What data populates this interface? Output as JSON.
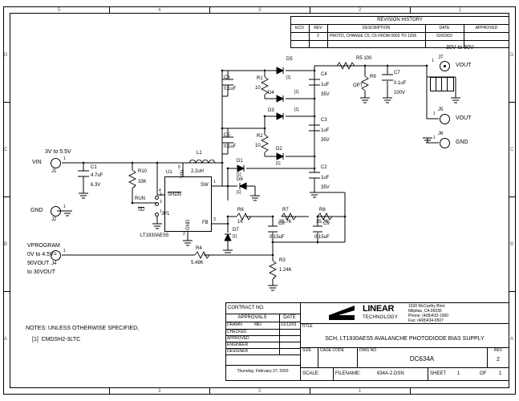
{
  "sheet": {
    "border_cols": [
      "5",
      "4",
      "3",
      "2",
      "1"
    ],
    "border_rows": [
      "D",
      "C",
      "B",
      "A"
    ]
  },
  "revision_history": {
    "title": "REVISION HISTORY",
    "headers": [
      "ECO",
      "REV",
      "DESCRIPTION",
      "DATE",
      "APPROVED"
    ],
    "rows": [
      {
        "eco": "",
        "rev": "2",
        "description": "PROTO, CHANGE C5, C6 FROM 0603 TO 1206",
        "date": "02/03/03",
        "approved": ""
      },
      {
        "eco": "",
        "rev": "",
        "description": "",
        "date": "",
        "approved": ""
      }
    ]
  },
  "title_block": {
    "contract_no_label": "CONTRACT NO.",
    "approvals_label": "APPROVALS",
    "date_label": "DATE",
    "rows": [
      {
        "role": "DRAWN",
        "name": "MEI",
        "date": "01/13/03"
      },
      {
        "role": "CHECKED",
        "name": "",
        "date": ""
      },
      {
        "role": "APPROVED",
        "name": "",
        "date": ""
      },
      {
        "role": "ENGINEER",
        "name": "",
        "date": ""
      },
      {
        "role": "DESIGNER",
        "name": "",
        "date": ""
      }
    ],
    "print_date": "Thursday, February 27, 2003",
    "company": {
      "name": "LINEAR",
      "subname": "TECHNOLOGY",
      "address1": "1630 McCarthy Blvd.",
      "address2": "Milpitas, CA 95035",
      "phone": "Phone: (408)432-1900",
      "fax": "Fax: (408)434-0507"
    },
    "title_label": "TITLE",
    "title_text": "SCH, LT1930AES5 AVALANCHE PHOTODIODE BIAS SUPPLY",
    "size_label": "SIZE",
    "size_value": "",
    "cage_label": "CAGE CODE",
    "cage_value": "",
    "dwg_label": "DWG NO",
    "dwg_value": "DC634A",
    "rev_label": "REV",
    "rev_value": "2",
    "scale_label": "SCALE:",
    "scale_value": "",
    "filename_label": "FILENAME:",
    "filename_value": "634A-2.DSN",
    "sheet_label": "SHEET",
    "sheet_num": "1",
    "of_label": "OF",
    "of_num": "1"
  },
  "notes": {
    "line1": "NOTES: UNLESS OTHERWISE SPECIFIED,",
    "line2": "[1]  CMDSH2-3LTC"
  },
  "schematic": {
    "input": {
      "range": "3V to 5.5V",
      "vin_label": "VIN",
      "j1": "J1",
      "j1_pin": "1",
      "gnd_label": "GND",
      "j2": "J2",
      "j2_pin": "1"
    },
    "vprogram": {
      "label": "VPROGRAM",
      "line1": "0V to 4.5V=",
      "line2": "90VOUT",
      "line3": "to 30VOUT",
      "j4": "J4",
      "j4_pin": "1"
    },
    "output": {
      "range": "30V to 90V",
      "vout_label_1": "VOUT",
      "j7": "J7",
      "j7_pin": "1",
      "vout_label_2": "VOUT",
      "j5": "J5",
      "j5_pin": "1",
      "gnd_label": "GND",
      "j6": "J6",
      "j6_pin": "1"
    },
    "u1": {
      "ref": "U1",
      "part": "LT1930AES5",
      "pin_vin": "VIN",
      "pin_vin_num": "5",
      "pin_sw": "SW",
      "pin_sw_num": "1",
      "pin_fb": "FB",
      "pin_fb_num": "3",
      "pin_shdn": "SHDN",
      "pin_shdn_num": "4",
      "pin_gnd": "GND",
      "pin_gnd_num": "2"
    },
    "jp1": {
      "ref": "JP1",
      "run_label": "RUN",
      "sd_label": "SD",
      "pin1": "1",
      "pin2": "2",
      "pin3": "3"
    },
    "components": [
      {
        "ref": "C1",
        "value": "4.7uF",
        "value2": "6.3V"
      },
      {
        "ref": "R10",
        "value": "33K"
      },
      {
        "ref": "L1",
        "value": "2.2uH"
      },
      {
        "ref": "C6",
        "value": "0.1uF"
      },
      {
        "ref": "C5",
        "value": "0.1uF"
      },
      {
        "ref": "R1",
        "value": "10"
      },
      {
        "ref": "R2",
        "value": "10"
      },
      {
        "ref": "C4",
        "value": "1uF",
        "value2": "35V"
      },
      {
        "ref": "C3",
        "value": "1uF",
        "value2": "35V"
      },
      {
        "ref": "C2",
        "value": "1uF",
        "value2": "35V"
      },
      {
        "ref": "D5",
        "note": "[1]"
      },
      {
        "ref": "D4",
        "note": "[1]"
      },
      {
        "ref": "D3",
        "note": "[1]"
      },
      {
        "ref": "D2",
        "note": "[1]"
      },
      {
        "ref": "D1",
        "note": "[1]"
      },
      {
        "ref": "D6",
        "note": "[1]"
      },
      {
        "ref": "D7",
        "note": "[1]"
      },
      {
        "ref": "R5",
        "value": "100"
      },
      {
        "ref": "R9",
        "value": "OPT"
      },
      {
        "ref": "C7",
        "value": "0.1uF",
        "value2": "100V"
      },
      {
        "ref": "R6",
        "value": "1K"
      },
      {
        "ref": "R7",
        "value": "35.7K"
      },
      {
        "ref": "R8",
        "value": "35.7K"
      },
      {
        "ref": "C8",
        "value": "0.15uF"
      },
      {
        "ref": "C9",
        "value": "0.15uF"
      },
      {
        "ref": "R4",
        "value": "5.49K"
      },
      {
        "ref": "R3",
        "value": "1.24K"
      }
    ]
  }
}
